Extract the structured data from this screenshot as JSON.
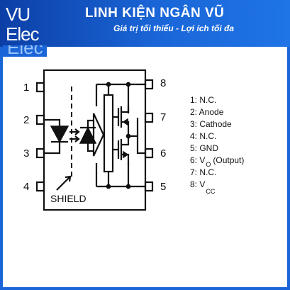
{
  "banner": {
    "logo_line1": "VU",
    "logo_line2": "Elec",
    "brand_name": "LINH KIỆN NGÂN VŨ",
    "slogan": "Giá trị tối thiểu - Lợi ích tối đa",
    "watermark": "Elec"
  },
  "colors": {
    "brand_blue": "#1a66d8",
    "line": "#111111"
  },
  "diagram": {
    "left_pins": [
      "1",
      "2",
      "3",
      "4"
    ],
    "right_pins": [
      "8",
      "7",
      "6",
      "5"
    ],
    "shield_label": "SHIELD"
  },
  "pin_list": [
    {
      "label": "1: N.C."
    },
    {
      "label": "2: Anode"
    },
    {
      "label": "3: Cathode"
    },
    {
      "label": "4: N.C."
    },
    {
      "label": "5: GND"
    },
    {
      "label": "6: V",
      "sub": "O",
      "note": "(Output)"
    },
    {
      "label": "7: N.C."
    },
    {
      "label": "8: V",
      "sub": "CC"
    }
  ]
}
